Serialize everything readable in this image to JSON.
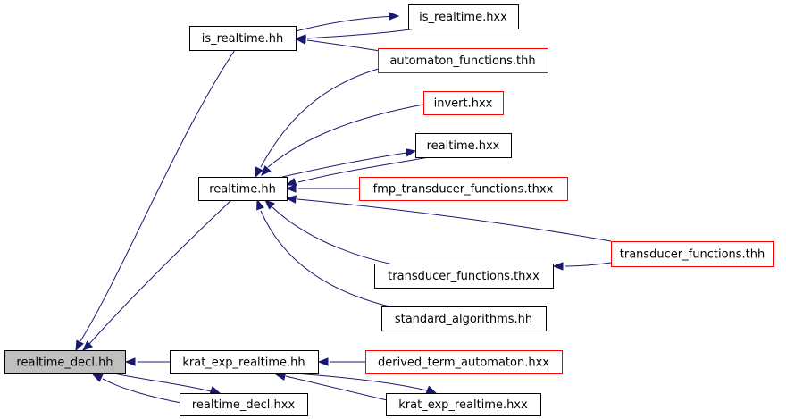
{
  "graph": {
    "colors": {
      "edge": "#191970",
      "node_border_default": "#000000",
      "node_border_truncated": "#ff0000",
      "node_fill_default": "#ffffff",
      "node_fill_selected": "#bfbfbf"
    },
    "nodes": [
      {
        "id": "is_realtime_hh",
        "label": "is_realtime.hh",
        "style": "normal"
      },
      {
        "id": "is_realtime_hxx",
        "label": "is_realtime.hxx",
        "style": "normal"
      },
      {
        "id": "automaton_functions_thh",
        "label": "automaton_functions.thh",
        "style": "truncated"
      },
      {
        "id": "invert_hxx",
        "label": "invert.hxx",
        "style": "truncated"
      },
      {
        "id": "realtime_hxx",
        "label": "realtime.hxx",
        "style": "normal"
      },
      {
        "id": "realtime_hh",
        "label": "realtime.hh",
        "style": "normal"
      },
      {
        "id": "fmp_transducer_functions_thxx",
        "label": "fmp_transducer_functions.thxx",
        "style": "truncated"
      },
      {
        "id": "transducer_functions_thh",
        "label": "transducer_functions.thh",
        "style": "truncated"
      },
      {
        "id": "transducer_functions_thxx",
        "label": "transducer_functions.thxx",
        "style": "normal"
      },
      {
        "id": "standard_algorithms_hh",
        "label": "standard_algorithms.hh",
        "style": "normal"
      },
      {
        "id": "realtime_decl_hh",
        "label": "realtime_decl.hh",
        "style": "selected"
      },
      {
        "id": "krat_exp_realtime_hh",
        "label": "krat_exp_realtime.hh",
        "style": "normal"
      },
      {
        "id": "derived_term_automaton_hxx",
        "label": "derived_term_automaton.hxx",
        "style": "truncated"
      },
      {
        "id": "realtime_decl_hxx",
        "label": "realtime_decl.hxx",
        "style": "normal"
      },
      {
        "id": "krat_exp_realtime_hxx",
        "label": "krat_exp_realtime.hxx",
        "style": "normal"
      }
    ],
    "edges": [
      {
        "from": "is_realtime_hh",
        "to": "is_realtime_hxx"
      },
      {
        "from": "is_realtime_hxx",
        "to": "is_realtime_hh"
      },
      {
        "from": "automaton_functions_thh",
        "to": "is_realtime_hh"
      },
      {
        "from": "automaton_functions_thh",
        "to": "realtime_hh"
      },
      {
        "from": "invert_hxx",
        "to": "realtime_hh"
      },
      {
        "from": "realtime_hh",
        "to": "realtime_hxx"
      },
      {
        "from": "realtime_hxx",
        "to": "realtime_hh"
      },
      {
        "from": "fmp_transducer_functions_thxx",
        "to": "realtime_hh"
      },
      {
        "from": "transducer_functions_thh",
        "to": "realtime_hh"
      },
      {
        "from": "transducer_functions_thxx",
        "to": "realtime_hh"
      },
      {
        "from": "standard_algorithms_hh",
        "to": "realtime_hh"
      },
      {
        "from": "transducer_functions_thh",
        "to": "transducer_functions_thxx"
      },
      {
        "from": "is_realtime_hh",
        "to": "realtime_decl_hh"
      },
      {
        "from": "realtime_hh",
        "to": "realtime_decl_hh"
      },
      {
        "from": "krat_exp_realtime_hh",
        "to": "realtime_decl_hh"
      },
      {
        "from": "derived_term_automaton_hxx",
        "to": "krat_exp_realtime_hh"
      },
      {
        "from": "realtime_decl_hh",
        "to": "realtime_decl_hxx"
      },
      {
        "from": "realtime_decl_hxx",
        "to": "realtime_decl_hh"
      },
      {
        "from": "krat_exp_realtime_hh",
        "to": "krat_exp_realtime_hxx"
      },
      {
        "from": "krat_exp_realtime_hxx",
        "to": "krat_exp_realtime_hh"
      }
    ]
  }
}
